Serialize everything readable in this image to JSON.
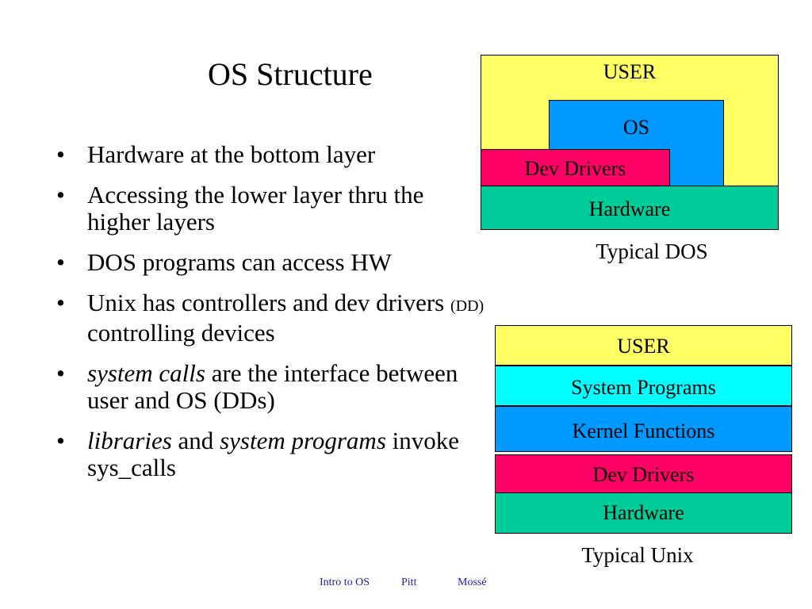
{
  "slide": {
    "title": "OS Structure",
    "bullets": [
      {
        "runs": [
          {
            "text": "Hardware at the bottom layer"
          }
        ]
      },
      {
        "runs": [
          {
            "text": "Accessing the lower layer thru the higher layers"
          }
        ]
      },
      {
        "runs": [
          {
            "text": "DOS programs can access HW"
          }
        ]
      },
      {
        "runs": [
          {
            "text": "Unix has controllers and dev drivers "
          },
          {
            "text": "(DD)",
            "style": "small"
          },
          {
            "text": " controlling devices"
          }
        ]
      },
      {
        "runs": [
          {
            "text": "system calls",
            "style": "italic"
          },
          {
            "text": " are the interface between user and OS (DDs)"
          }
        ]
      },
      {
        "runs": [
          {
            "text": "libraries",
            "style": "italic"
          },
          {
            "text": " and "
          },
          {
            "text": "system programs",
            "style": "italic"
          },
          {
            "text": " invoke sys_calls"
          }
        ]
      }
    ]
  },
  "dos_diagram": {
    "user": "USER",
    "os": "OS",
    "dev_drivers": "Dev Drivers",
    "hardware": "Hardware",
    "caption": "Typical DOS"
  },
  "unix_diagram": {
    "layers": [
      "USER",
      "System Programs",
      "Kernel Functions",
      "Dev Drivers",
      "Hardware"
    ],
    "caption": "Typical Unix"
  },
  "footer": {
    "course": "Intro to OS",
    "school": "Pitt",
    "author": "Mossé"
  },
  "colors": {
    "user": "#ffff66",
    "os": "#0099ff",
    "dev_drivers": "#ff0066",
    "hardware": "#00cc99",
    "system_programs": "#00ffff",
    "kernel_functions": "#0099ff"
  }
}
